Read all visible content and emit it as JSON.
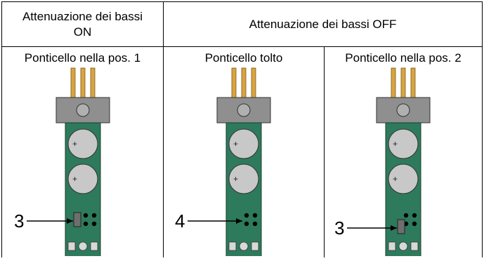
{
  "table": {
    "header_on": "Attenuazione dei bassi\nON",
    "header_off": "Attenuazione dei bassi OFF"
  },
  "columns": [
    {
      "caption": "Ponticello nella pos. 1",
      "callout": "3",
      "jumper": "pos1"
    },
    {
      "caption": "Ponticello tolto",
      "callout": "4",
      "jumper": "none"
    },
    {
      "caption": "Ponticello nella pos. 2",
      "callout": "3",
      "jumper": "pos2"
    }
  ],
  "colors": {
    "pcb": "#2e7a5c",
    "pin": "#d9a441",
    "connector": "#8f8f8f",
    "capacitor": "#c8c8c8",
    "jumper": "#6e6e6e"
  },
  "icons": {
    "capacitor_polarity": "+"
  }
}
